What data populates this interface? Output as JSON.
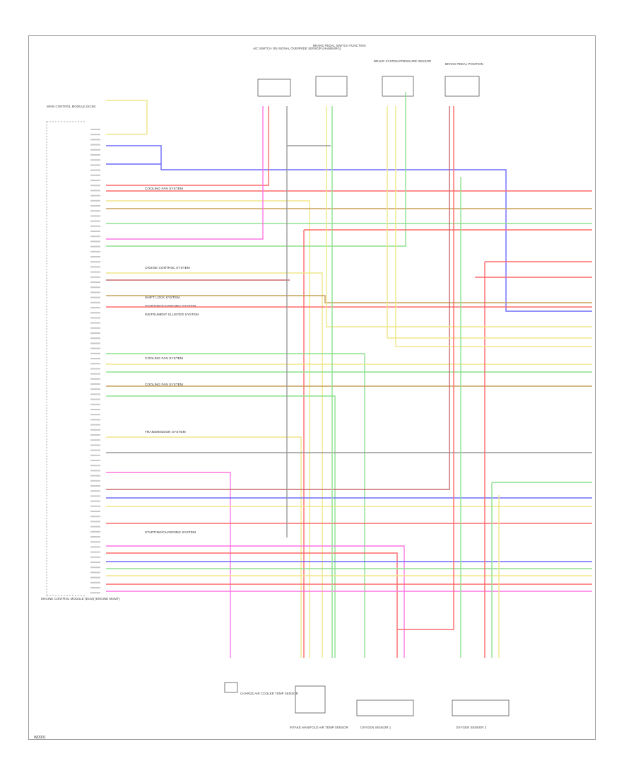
{
  "header_components": [
    {
      "id": "c1",
      "label": "A/C SWITCH ON SIGNAL OVERRIDE SENSOR (HAMBURG)"
    },
    {
      "id": "c2",
      "label": "BRAKE PEDAL SWITCH FUNCTION"
    },
    {
      "id": "c3",
      "label": "BRAKE SYSTEM PRESSURE SENSOR"
    },
    {
      "id": "c4",
      "label": "BRAKE PEDAL POSITION"
    }
  ],
  "left_module": {
    "label": "ENGINE CONTROL MODULE (ECM) (ENGINE MGMT)",
    "top_label": "MAIN CONTROL MODULE (ECM)"
  },
  "notes": [
    "COOLING FAN SYSTEM",
    "CRUISE CONTROL SYSTEM",
    "SHIFT LOCK SYSTEM",
    "STARTING/CHARGING SYSTEM",
    "INSTRUMENT CLUSTER SYSTEM",
    "COOLING FAN SYSTEM",
    "COOLING FAN SYSTEM",
    "TRANSMISSION SYSTEM",
    "STARTING/CHARGING SYSTEM"
  ],
  "bottom_components": [
    {
      "id": "b1",
      "label": "CHARGE AIR COOLER TEMP SENSOR"
    },
    {
      "id": "b2",
      "label": "INTAKE MANIFOLD AIR TEMP SENSOR"
    },
    {
      "id": "b3",
      "label": "OXYGEN SENSOR 1"
    },
    {
      "id": "b4",
      "label": "OXYGEN SENSOR 2"
    }
  ],
  "footer_text": "WD001",
  "wire_colors": {
    "red": "#ff6a6a",
    "pink": "#ff77e4",
    "yellow": "#f0e68a",
    "green": "#8fe08f",
    "blue": "#6b6bff",
    "brown": "#c9a05a",
    "darkred": "#c86a6a",
    "gray": "#9a9a9a",
    "black": "#555555"
  }
}
